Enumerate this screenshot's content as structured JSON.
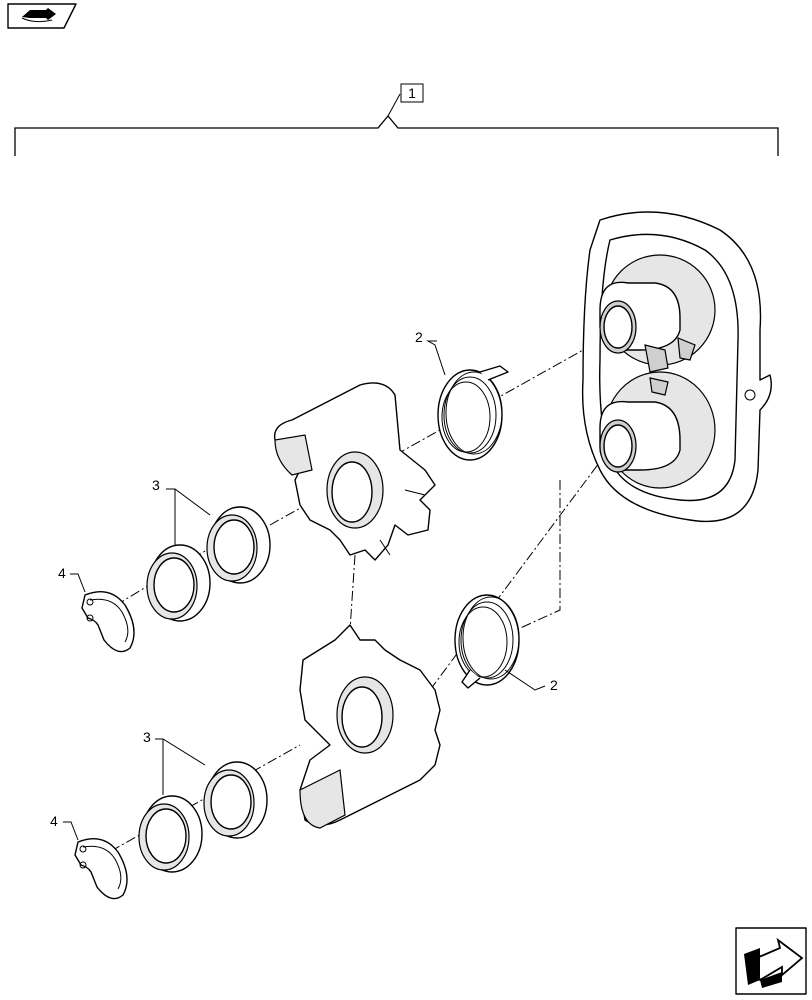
{
  "callouts": {
    "assembly": "1",
    "spring_upper": "2",
    "spring_lower": "2",
    "bearings_upper": "3",
    "bearings_lower": "3",
    "ring_upper": "4",
    "ring_lower": "4"
  },
  "icons": {
    "top_left": "book-arrow-icon",
    "bottom_right": "next-page-arrow-icon"
  }
}
